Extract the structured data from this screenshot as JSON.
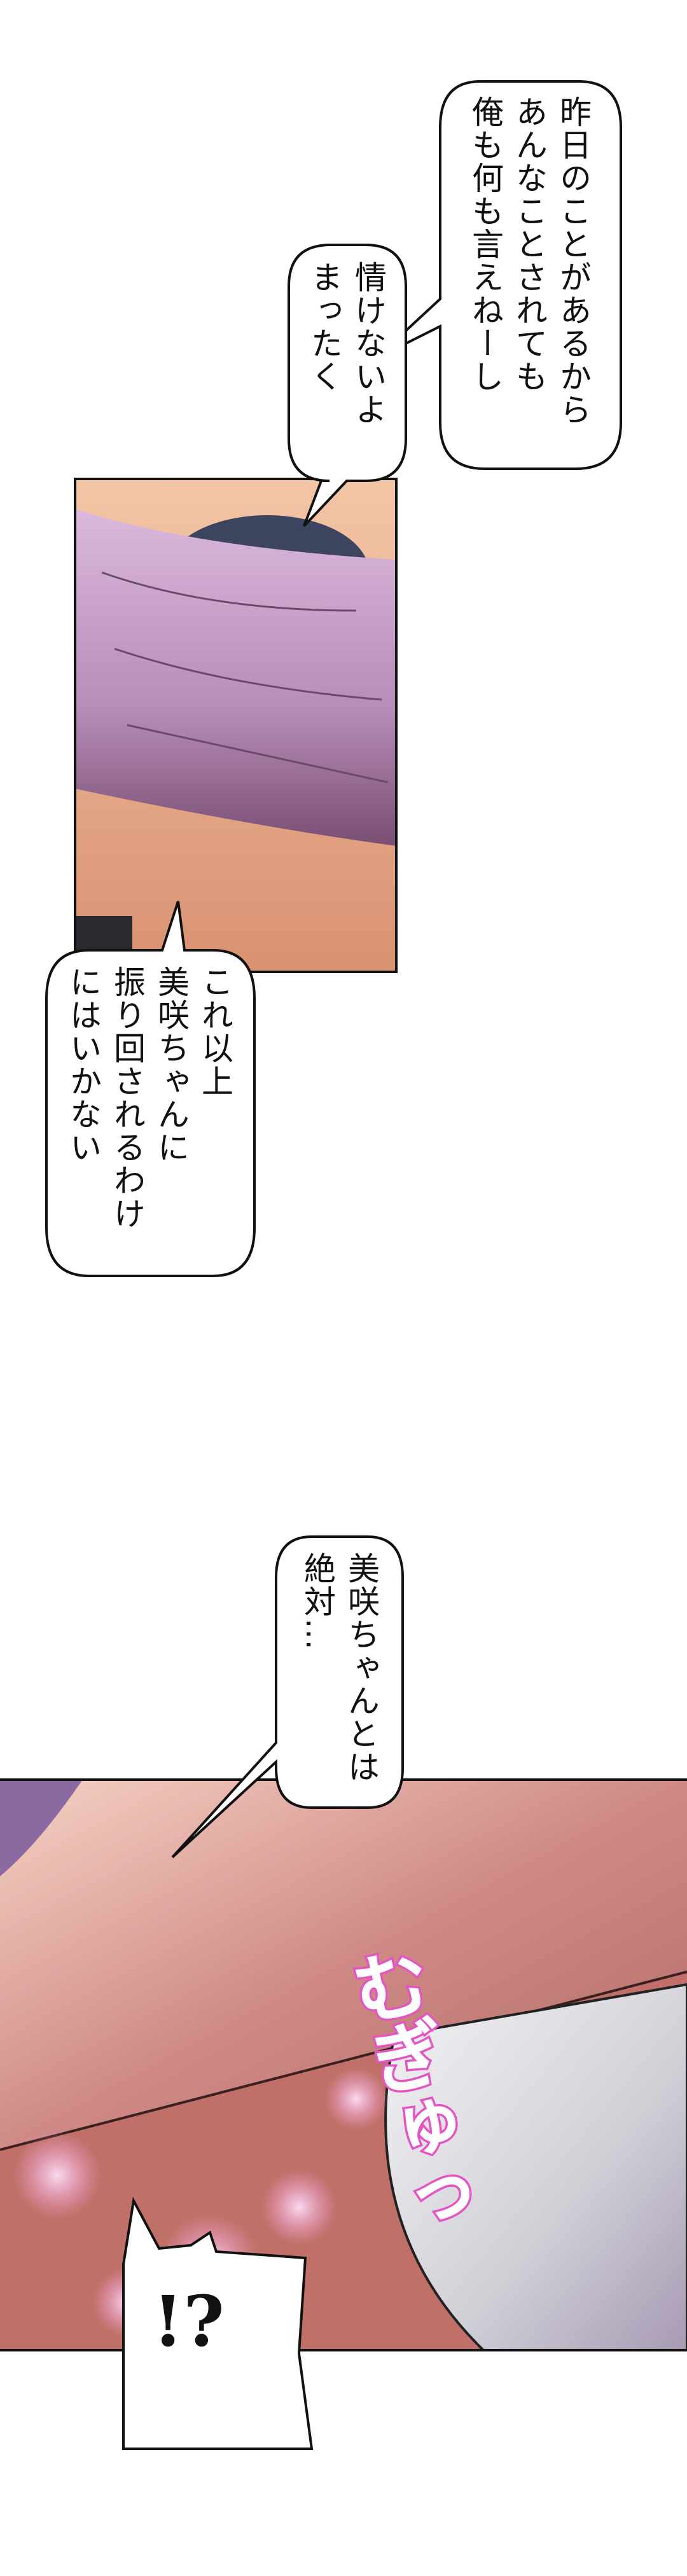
{
  "bubbles": {
    "b1": "昨日のことがあるから\nあんなことされても\n俺も何も言えねーし",
    "b2": "情けないよ\nまったく",
    "b3": "これ以上\n美咲ちゃんに\n振り回されるわけ\nにはいかない",
    "b4": "美咲ちゃんとは\n絶対…"
  },
  "sfx": {
    "text": "むぎゅっ",
    "color": "#e455c4"
  },
  "exclaim": {
    "text": "!?"
  },
  "colors": {
    "cloth": "#c9a0c8",
    "skin": "#e8a890",
    "hair": "#3c4460",
    "sfx_outline": "#e455c4"
  }
}
